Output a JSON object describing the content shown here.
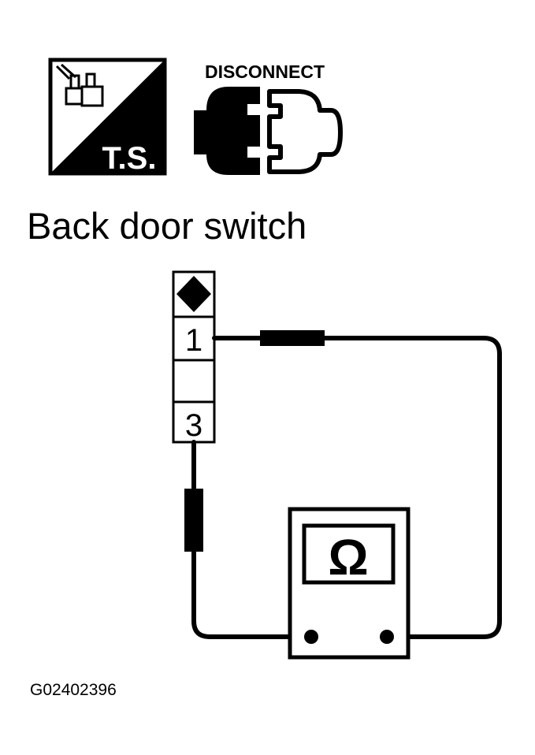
{
  "icons": {
    "ts": {
      "name": "ts-connector-icon",
      "label": "T.S."
    },
    "disconnect": {
      "name": "disconnect-connector-icon",
      "label": "DISCONNECT"
    }
  },
  "title": "Back door switch",
  "connector": {
    "pins": [
      {
        "label": "1"
      },
      {
        "label": ""
      },
      {
        "label": "3"
      }
    ]
  },
  "meter": {
    "symbol": "Ω"
  },
  "figure_id": "G02402396",
  "colors": {
    "ink": "#000000",
    "paper": "#ffffff"
  }
}
